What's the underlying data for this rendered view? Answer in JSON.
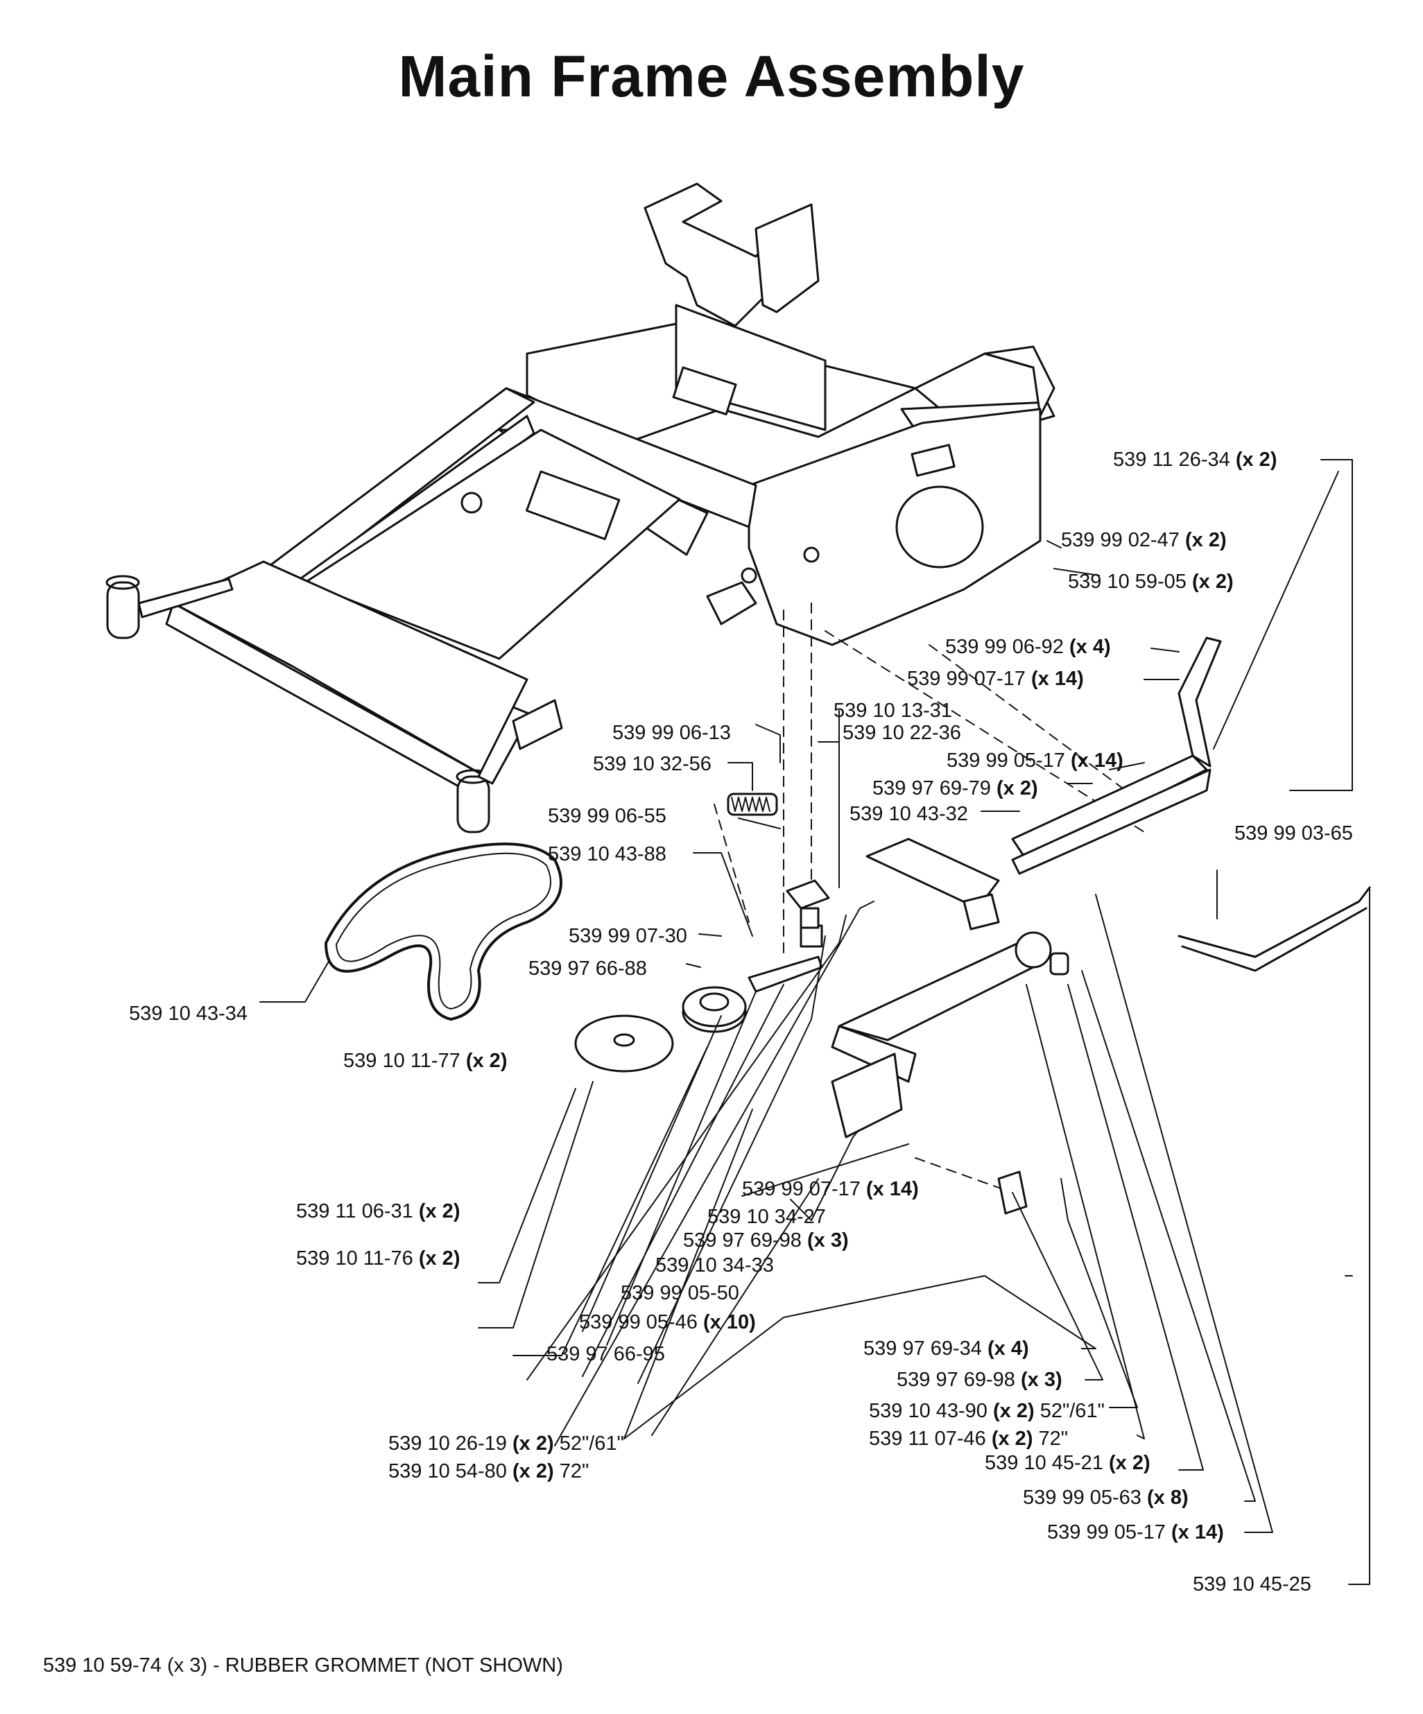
{
  "title": "Main Frame Assembly",
  "footnote": "539 10 59-74 (x 3) - RUBBER GROMMET (NOT SHOWN)",
  "labels": [
    {
      "id": "l01",
      "part": "539 11 26-34",
      "qty": "(x 2)",
      "note": ""
    },
    {
      "id": "l02",
      "part": "539 99 02-47",
      "qty": "(x 2)",
      "note": ""
    },
    {
      "id": "l03",
      "part": "539 10 59-05",
      "qty": "(x 2)",
      "note": ""
    },
    {
      "id": "l04",
      "part": "539 99 06-92",
      "qty": "(x 4)",
      "note": ""
    },
    {
      "id": "l05",
      "part": "539 99 07-17",
      "qty": "(x 14)",
      "note": ""
    },
    {
      "id": "l06",
      "part": "539 10 13-31",
      "qty": "",
      "note": ""
    },
    {
      "id": "l07",
      "part": "539 10 22-36",
      "qty": "",
      "note": ""
    },
    {
      "id": "l08",
      "part": "539 99 06-13",
      "qty": "",
      "note": ""
    },
    {
      "id": "l09",
      "part": "539 10 32-56",
      "qty": "",
      "note": ""
    },
    {
      "id": "l10",
      "part": "539 99 05-17",
      "qty": "(x 14)",
      "note": ""
    },
    {
      "id": "l11",
      "part": "539 97 69-79",
      "qty": "(x 2)",
      "note": ""
    },
    {
      "id": "l12",
      "part": "539 10 43-32",
      "qty": "",
      "note": ""
    },
    {
      "id": "l13",
      "part": "539 99 06-55",
      "qty": "",
      "note": ""
    },
    {
      "id": "l14",
      "part": "539 10 43-88",
      "qty": "",
      "note": ""
    },
    {
      "id": "l15",
      "part": "539 99 03-65",
      "qty": "",
      "note": ""
    },
    {
      "id": "l16",
      "part": "539 99 07-30",
      "qty": "",
      "note": ""
    },
    {
      "id": "l17",
      "part": "539 97 66-88",
      "qty": "",
      "note": ""
    },
    {
      "id": "l18",
      "part": "539 10 43-34",
      "qty": "",
      "note": ""
    },
    {
      "id": "l19",
      "part": "539 10 11-77",
      "qty": "(x 2)",
      "note": ""
    },
    {
      "id": "l20",
      "part": "539 99 07-17",
      "qty": "(x 14)",
      "note": ""
    },
    {
      "id": "l21",
      "part": "539 11 06-31",
      "qty": "(x 2)",
      "note": ""
    },
    {
      "id": "l22",
      "part": "539 10 34-27",
      "qty": "",
      "note": ""
    },
    {
      "id": "l23",
      "part": "539 97 69-98",
      "qty": "(x 3)",
      "note": ""
    },
    {
      "id": "l24",
      "part": "539 10 11-76",
      "qty": "(x 2)",
      "note": ""
    },
    {
      "id": "l25",
      "part": "539 10 34-33",
      "qty": "",
      "note": ""
    },
    {
      "id": "l26",
      "part": "539 99 05-50",
      "qty": "",
      "note": ""
    },
    {
      "id": "l27",
      "part": "539 99 05-46",
      "qty": "(x 10)",
      "note": ""
    },
    {
      "id": "l28",
      "part": "539 97 66-95",
      "qty": "",
      "note": ""
    },
    {
      "id": "l29",
      "part": "539 97 69-34",
      "qty": "(x 4)",
      "note": ""
    },
    {
      "id": "l30",
      "part": "539 97 69-98",
      "qty": "(x 3)",
      "note": ""
    },
    {
      "id": "l31",
      "part": "539 10 43-90",
      "qty": "(x 2)",
      "note": "52\"/61\""
    },
    {
      "id": "l32",
      "part": "539 11 07-46",
      "qty": "(x 2)",
      "note": "72\""
    },
    {
      "id": "l33",
      "part": "539 10 26-19",
      "qty": "(x 2)",
      "note": "52\"/61\""
    },
    {
      "id": "l34",
      "part": "539 10 54-80",
      "qty": "(x 2)",
      "note": "72\""
    },
    {
      "id": "l35",
      "part": "539 10 45-21",
      "qty": "(x 2)",
      "note": ""
    },
    {
      "id": "l36",
      "part": "539 99 05-63",
      "qty": "(x 8)",
      "note": ""
    },
    {
      "id": "l37",
      "part": "539 99 05-17",
      "qty": "(x 14)",
      "note": ""
    },
    {
      "id": "l38",
      "part": "539 10 45-25",
      "qty": "",
      "note": ""
    }
  ]
}
